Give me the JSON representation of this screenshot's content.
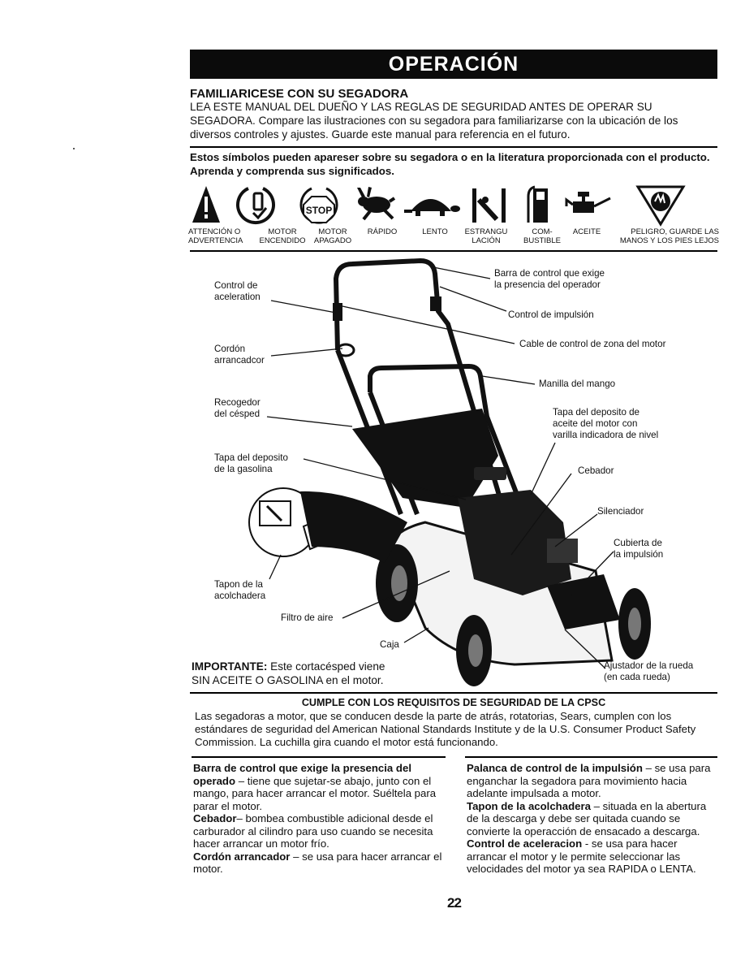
{
  "header": {
    "title": "OPERACIÓN"
  },
  "familiarize": {
    "heading": "FAMILIARICESE CON SU SEGADORA",
    "text": "LEA ESTE MANUAL DEL DUEÑO Y LAS REGLAS DE SEGURIDAD ANTES DE OPERAR SU SEGADORA. Compare las ilustraciones con su segadora para familiarizarse con la ubicación de los diversos controles y ajustes. Guarde este manual para referencia en el futuro."
  },
  "symbols": {
    "intro": "Estos símbolos pueden apareser sobre su segadora o en la literatura proporcionada con el producto. Aprenda y comprenda sus significados.",
    "stop_text": "STOP",
    "items": [
      {
        "icon": "warning-triangle-icon",
        "label1": "ATTENCIÓN O",
        "label2": "ADVERTENCIA"
      },
      {
        "icon": "engine-on-icon",
        "label1": "MOTOR",
        "label2": "ENCENDIDO"
      },
      {
        "icon": "engine-off-stop-icon",
        "label1": "MOTOR",
        "label2": "APAGADO"
      },
      {
        "icon": "rabbit-fast-icon",
        "label1": "RÁPIDO",
        "label2": ""
      },
      {
        "icon": "turtle-slow-icon",
        "label1": "LENTO",
        "label2": ""
      },
      {
        "icon": "choke-icon",
        "label1": "ESTRANGU",
        "label2": "LACIÓN"
      },
      {
        "icon": "fuel-pump-icon",
        "label1": "COM-",
        "label2": "BUSTIBLE"
      },
      {
        "icon": "oil-can-icon",
        "label1": "ACEITE",
        "label2": ""
      },
      {
        "icon": "danger-hand-icon",
        "label1": "PELIGRO, GUARDE LAS",
        "label2": "MANOS Y LOS PIES LEJOS"
      }
    ]
  },
  "diagram": {
    "callouts": {
      "presence_bar": [
        "Barra de control que exige",
        "la presencia del operador"
      ],
      "throttle": [
        "Control de",
        "aceleration"
      ],
      "drive_control": [
        "Control de impulsión"
      ],
      "cable": [
        "Cable  de control de  zona del motor"
      ],
      "starter_cord": [
        "Cordón",
        "arrancadcor"
      ],
      "handle_knob": [
        "Manilla del mango"
      ],
      "grass_catcher": [
        "Recogedor",
        "del césped"
      ],
      "oil_cap": [
        "Tapa del deposito de",
        "aceite del motor con",
        "varilla indicadora de nivel"
      ],
      "gas_cap": [
        "Tapa del deposito",
        "de la gasolina"
      ],
      "primer": [
        "Cebador"
      ],
      "muffler": [
        "Silenciador"
      ],
      "drive_cover": [
        "Cubierta de",
        "la impulsión"
      ],
      "mulch_plug": [
        "Tapon de la",
        "acolchadera"
      ],
      "air_filter": [
        "Filtro de aire"
      ],
      "housing": [
        "Caja"
      ],
      "wheel_adjuster": [
        "Ajustador de la rueda",
        "(en cada rueda)"
      ]
    }
  },
  "important": {
    "label": "IMPORTANTE:",
    "line1": " Este cortacésped viene",
    "line2": "SIN ACEITE O GASOLINA en el motor."
  },
  "cpsc": {
    "title": "CUMPLE CON LOS REQUISITOS DE SEGURIDAD DE LA CPSC",
    "text": "Las segadoras a motor, que se conducen desde la parte de atrás, rotatorias, Sears, cumplen con los estándares de seguridad del American National Standards Institute y de la U.S. Consumer Product Safety Commission. La cuchilla gira cuando el motor está funcionando."
  },
  "definitions": {
    "left": [
      {
        "term": "Barra de control que exige la presencia del operado",
        "text": " – tiene que sujetar-se abajo, junto con el mango, para hacer arrancar el motor. Suéltela para parar el motor."
      },
      {
        "term": "Cebador",
        "text": "– bombea combustible adicional desde el carburador al cilindro para uso cuando se necesita hacer arrancar un motor frío."
      },
      {
        "term": "Cordón arrancador",
        "text": " – se usa para hacer arrancar el motor."
      }
    ],
    "right": [
      {
        "term": "Palanca de control de la impulsión",
        "text": " – se usa para enganchar la segadora para movimiento hacia adelante impulsada a motor."
      },
      {
        "term": "Tapon de la acolchadera",
        "text": " – situada en la abertura de la descarga y debe ser quitada cuando se convierte la operacción de ensacado a descarga."
      },
      {
        "term": "Control de aceleracion",
        "text": " - se usa para hacer arrancar el motor y le permite seleccionar las velocidades del motor ya sea RAPIDA o LENTA."
      }
    ]
  },
  "page_number": "22"
}
